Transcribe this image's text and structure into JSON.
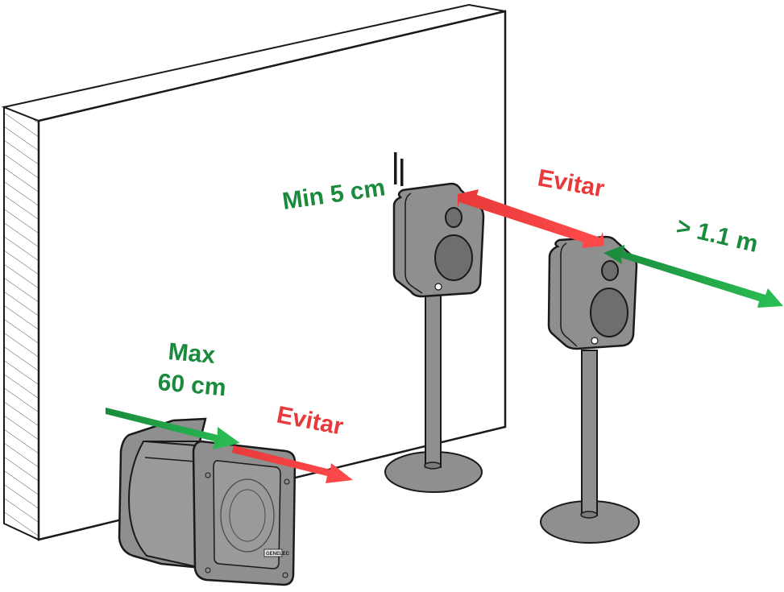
{
  "labels": {
    "min_distance": "Min 5 cm",
    "avoid_speakers": "Evitar",
    "listening_distance": "> 1.1 m",
    "sub_max_line1": "Max",
    "sub_max_line2": "60 cm",
    "avoid_sub": "Evitar",
    "sub_brand": "GENELEC"
  },
  "colors": {
    "good": "#1a8a3c",
    "avoid": "#e83a3a",
    "speaker": "#8f8f8f",
    "outline": "#1a1a1a"
  }
}
